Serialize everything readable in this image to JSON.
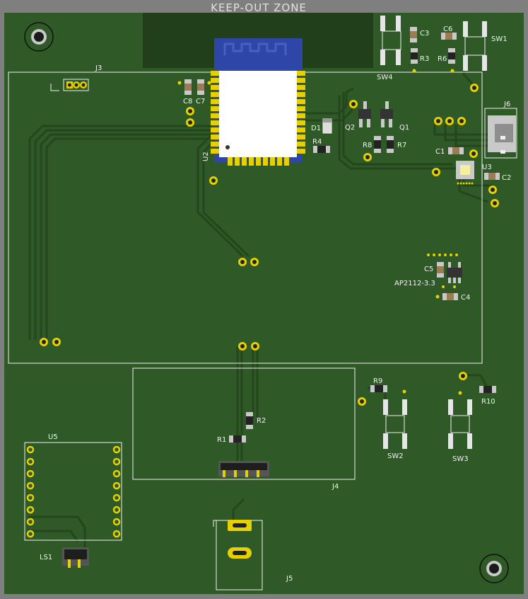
{
  "board": {
    "title": "KEEP-OUT ZONE",
    "colors": {
      "background": "#7f7f7f",
      "pcb": "#2f5a27",
      "pcb_dark": "#213f1b",
      "trace": "#25461f",
      "silkscreen": "#f2f2f2",
      "pad_gold": "#e6d100",
      "copper": "#c8a050",
      "module_blue": "#2e46a8"
    }
  },
  "labels": {
    "j3": "J3",
    "j4": "J4",
    "j5": "J5",
    "j6": "J6",
    "u2": "U2",
    "u3": "U3",
    "u5": "U5",
    "ls1": "LS1",
    "sw1": "SW1",
    "sw2": "SW2",
    "sw3": "SW3",
    "sw4": "SW4",
    "c1": "C1",
    "c2": "C2",
    "c3": "C3",
    "c4": "C4",
    "c5": "C5",
    "c6": "C6",
    "c7": "C7",
    "c8": "C8",
    "d1": "D1",
    "q1": "Q1",
    "q2": "Q2",
    "r1": "R1",
    "r2": "R2",
    "r3": "R3",
    "r4": "R4",
    "r6": "R6",
    "r7": "R7",
    "r8": "R8",
    "r9": "R9",
    "r10": "R10",
    "ap2112": "AP2112-3.3"
  }
}
